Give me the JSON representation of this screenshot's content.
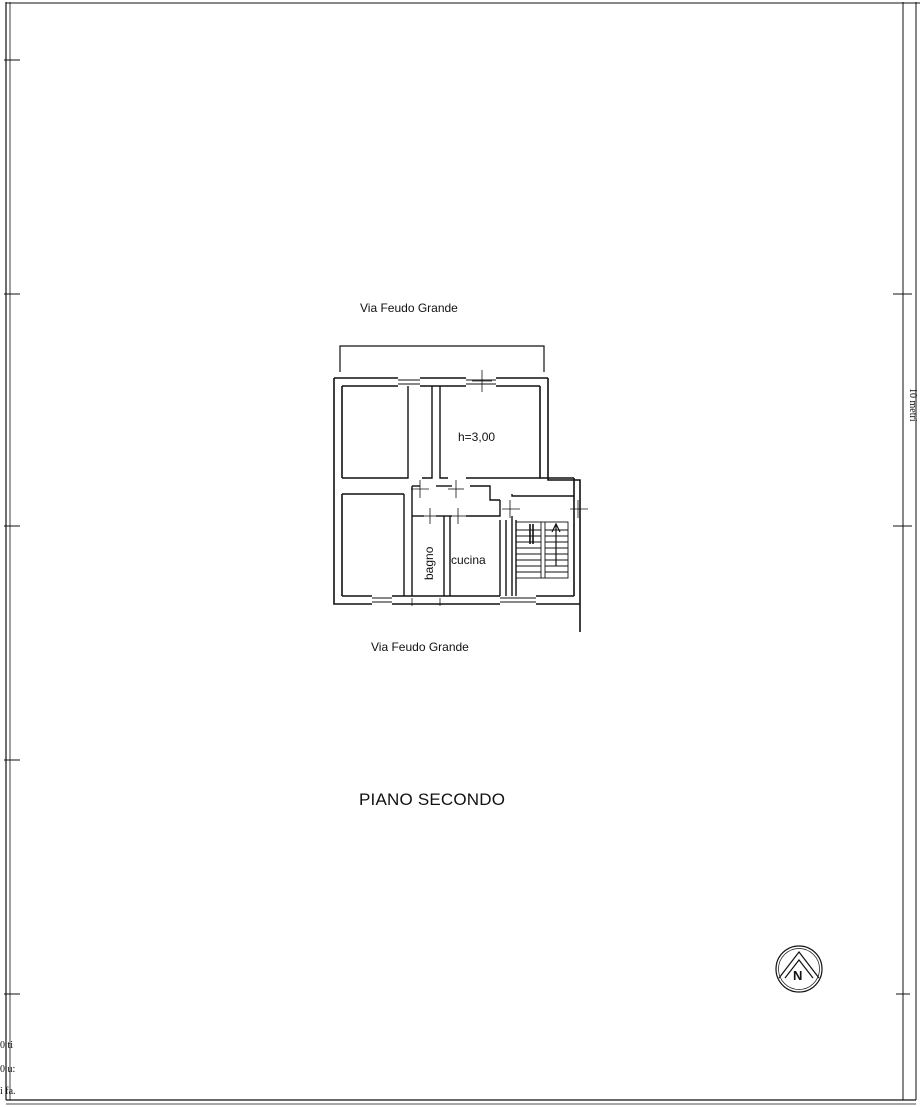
{
  "plan": {
    "street_top": "Via Feudo Grande",
    "street_bottom": "Via Feudo Grande",
    "ceiling_height": "h=3,00",
    "room_bathroom": "bagno",
    "room_kitchen": "cucina",
    "floor_title": "PIANO SECONDO",
    "scale_label": "10 metri",
    "north_label": "N"
  },
  "margin_marks": [
    "0 ti",
    "0 u:",
    "i fa."
  ],
  "colors": {
    "ink": "#111111",
    "paper": "#ffffff"
  }
}
